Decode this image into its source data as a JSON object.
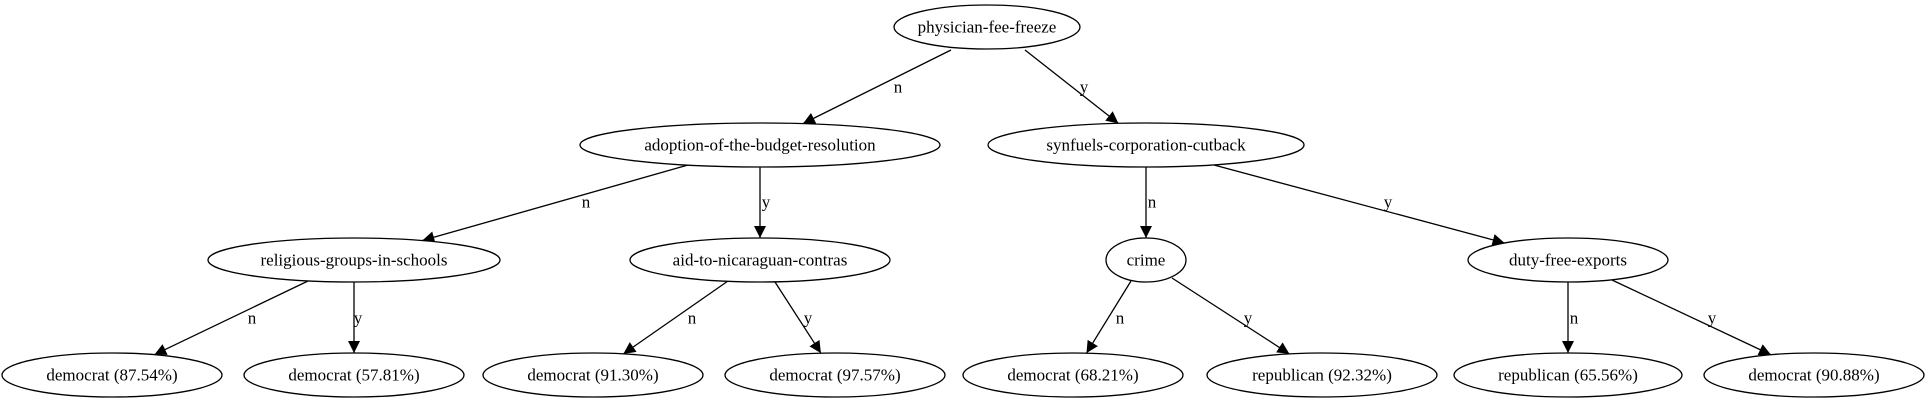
{
  "tree": {
    "nodes": [
      {
        "id": "root",
        "label": "physician-fee-freeze"
      },
      {
        "id": "n1",
        "label": "adoption-of-the-budget-resolution"
      },
      {
        "id": "n2",
        "label": "synfuels-corporation-cutback"
      },
      {
        "id": "n3",
        "label": "religious-groups-in-schools"
      },
      {
        "id": "n4",
        "label": "aid-to-nicaraguan-contras"
      },
      {
        "id": "n5",
        "label": "crime"
      },
      {
        "id": "n6",
        "label": "duty-free-exports"
      },
      {
        "id": "l1",
        "label": "democrat (87.54%)"
      },
      {
        "id": "l2",
        "label": "democrat (57.81%)"
      },
      {
        "id": "l3",
        "label": "democrat (91.30%)"
      },
      {
        "id": "l4",
        "label": "democrat (97.57%)"
      },
      {
        "id": "l5",
        "label": "democrat (68.21%)"
      },
      {
        "id": "l6",
        "label": "republican (92.32%)"
      },
      {
        "id": "l7",
        "label": "republican (65.56%)"
      },
      {
        "id": "l8",
        "label": "democrat (90.88%)"
      }
    ],
    "edges": [
      {
        "from": "root",
        "to": "n1",
        "label": "n"
      },
      {
        "from": "root",
        "to": "n2",
        "label": "y"
      },
      {
        "from": "n1",
        "to": "n3",
        "label": "n"
      },
      {
        "from": "n1",
        "to": "n4",
        "label": "y"
      },
      {
        "from": "n2",
        "to": "n5",
        "label": "n"
      },
      {
        "from": "n2",
        "to": "n6",
        "label": "y"
      },
      {
        "from": "n3",
        "to": "l1",
        "label": "n"
      },
      {
        "from": "n3",
        "to": "l2",
        "label": "y"
      },
      {
        "from": "n4",
        "to": "l3",
        "label": "n"
      },
      {
        "from": "n4",
        "to": "l4",
        "label": "y"
      },
      {
        "from": "n5",
        "to": "l5",
        "label": "n"
      },
      {
        "from": "n5",
        "to": "l6",
        "label": "y"
      },
      {
        "from": "n6",
        "to": "l7",
        "label": "n"
      },
      {
        "from": "n6",
        "to": "l8",
        "label": "y"
      }
    ]
  }
}
